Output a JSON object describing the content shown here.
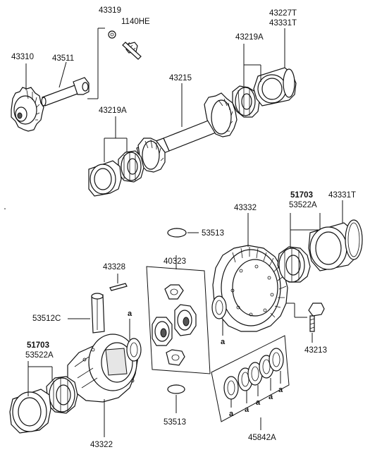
{
  "labels": {
    "p43319": "43319",
    "p1140he": "1140HE",
    "p43227t": "43227T",
    "p43331t_top": "43331T",
    "p43310": "43310",
    "p43511": "43511",
    "p43219a_top": "43219A",
    "p43215": "43215",
    "p43219a_mid": "43219A",
    "p43332": "43332",
    "p51703_right": "51703",
    "p53522a_right": "53522A",
    "p43331t_right": "43331T",
    "p53513_top": "53513",
    "p40323": "40323",
    "p43328": "43328",
    "p53512c": "53512C",
    "p51703_left": "51703",
    "p53522a_left": "53522A",
    "p43213": "43213",
    "p43322": "43322",
    "p53513_bottom": "53513",
    "p45842a": "45842A"
  },
  "markers": {
    "a": "a"
  }
}
